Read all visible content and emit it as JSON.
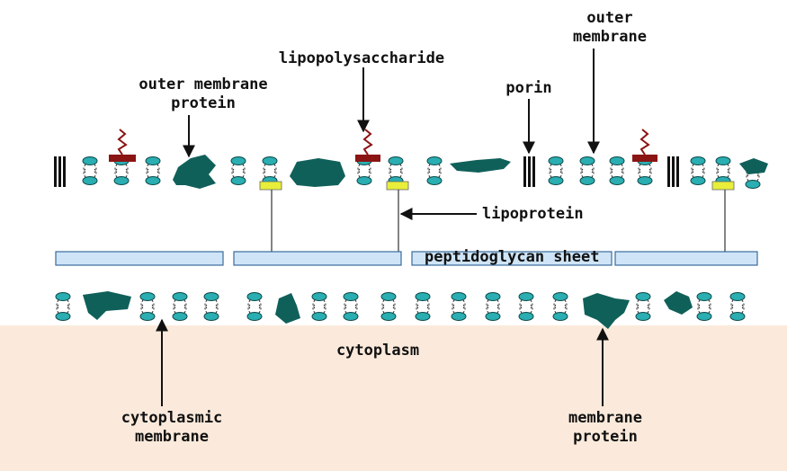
{
  "labels": {
    "outer_membrane_protein": [
      "outer membrane",
      "protein"
    ],
    "lipopolysaccharide": "lipopolysaccharide",
    "porin": "porin",
    "outer_membrane": [
      "outer",
      "membrane"
    ],
    "lipoprotein": "lipoprotein",
    "peptidoglycan_sheet": "peptidoglycan sheet",
    "cytoplasm": "cytoplasm",
    "cytoplasmic_membrane": [
      "cytoplasmic",
      "membrane"
    ],
    "membrane_protein": [
      "membrane",
      "protein"
    ]
  },
  "colors": {
    "cytoplasm_fill": "#fbeadb",
    "lipid_head": "#2aaeb2",
    "protein": "#10605a",
    "lps_anchor": "#8b1414",
    "lipoprotein_anchor": "#e8ee3a",
    "peptidoglycan_fill": "#cfe5f7",
    "peptidoglycan_stroke": "#3a6c9c"
  },
  "icons": {
    "lipid": "phospholipid-icon",
    "protein": "protein-blob-icon",
    "lps": "lps-chain-icon",
    "porin": "porin-bars-icon"
  }
}
